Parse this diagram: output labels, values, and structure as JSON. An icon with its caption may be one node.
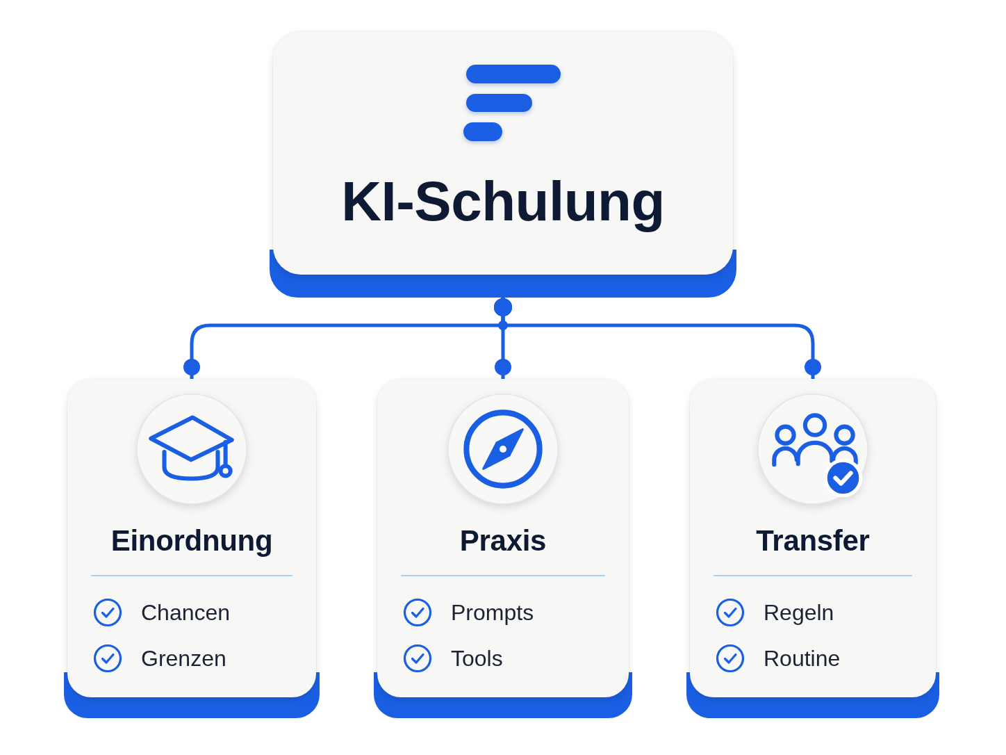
{
  "diagram": {
    "nodes": [
      {
        "text": [
          "KI-Schulung"
        ]
      },
      {
        "text": [
          "Einordnung",
          "Chancen",
          "Grenzen"
        ]
      },
      {
        "text": [
          "Praxis",
          "Prompts",
          "Tools"
        ]
      },
      {
        "text": [
          "Transfer",
          "Regeln",
          "Routine"
        ]
      }
    ],
    "edges": [
      {
        "from": 0,
        "to": 1,
        "arrow": "other"
      },
      {
        "from": 0,
        "to": 2,
        "arrow": "other"
      },
      {
        "from": 0,
        "to": 3,
        "arrow": "other"
      }
    ]
  }
}
